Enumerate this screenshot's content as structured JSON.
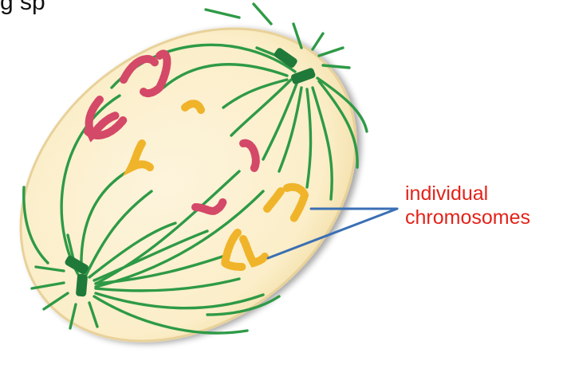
{
  "heading_fragment": "g sp",
  "label": {
    "line1": "individual",
    "line2": "chromosomes"
  },
  "colors": {
    "cell_fill": "#fbeec8",
    "cell_edge": "#ebd6a2",
    "spindle": "#2e9a46",
    "centriole": "#1f7a3a",
    "chromosome_red": "#d44868",
    "chromosome_yellow": "#f0b42a",
    "pointer": "#3a6fb4",
    "label_text": "#e2231a"
  }
}
